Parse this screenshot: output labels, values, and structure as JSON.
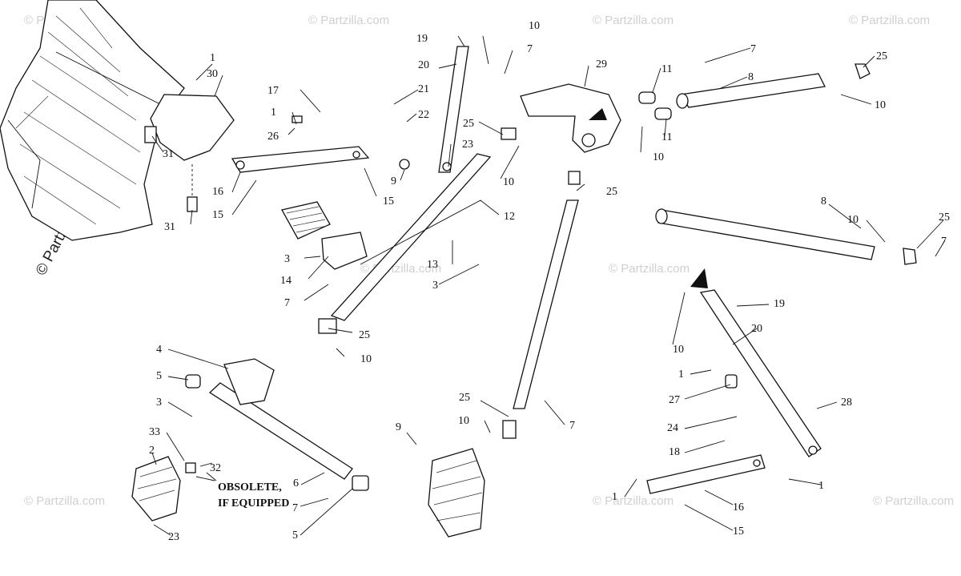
{
  "watermark": {
    "brand": "© Partzilla.com",
    "repeat": "© Partzilla.com"
  },
  "note": {
    "line1": "OBSOLETE,",
    "line2": "IF EQUIPPED"
  },
  "callouts": {
    "c1": "1",
    "c30": "30",
    "c31a": "31",
    "c31b": "31",
    "c17": "17",
    "c1b": "1",
    "c26": "26",
    "c16a": "16",
    "c15a": "15",
    "c15b": "15",
    "c9a": "9",
    "c19a": "19",
    "c20a": "20",
    "c10a": "10",
    "c7a": "7",
    "c21": "21",
    "c22": "22",
    "c23a": "23",
    "c25a": "25",
    "c10b": "10",
    "c29": "29",
    "c11a": "11",
    "c11b": "11",
    "c10c": "10",
    "c7b": "7",
    "c8a": "8",
    "c25b": "25",
    "c10d": "10",
    "c12": "12",
    "c25c": "25",
    "c3a": "3",
    "c14": "14",
    "c7c": "7",
    "c13": "13",
    "c3b": "3",
    "c25d": "25",
    "c10e": "10",
    "c8b": "8",
    "c10f": "10",
    "c25e": "25",
    "c7d": "7",
    "c19b": "19",
    "c20b": "20",
    "c10g": "10",
    "c1c": "1",
    "c27": "27",
    "c28": "28",
    "c24": "24",
    "c18": "18",
    "c1d": "1",
    "c1e": "1",
    "c16b": "16",
    "c15c": "15",
    "c4": "4",
    "c5a": "5",
    "c3c": "3",
    "c33": "33",
    "c2": "2",
    "c32": "32",
    "c6": "6",
    "c7e": "7",
    "c5b": "5",
    "c23b": "23",
    "c9b": "9",
    "c25f": "25",
    "c10h": "10",
    "c7f": "7"
  }
}
